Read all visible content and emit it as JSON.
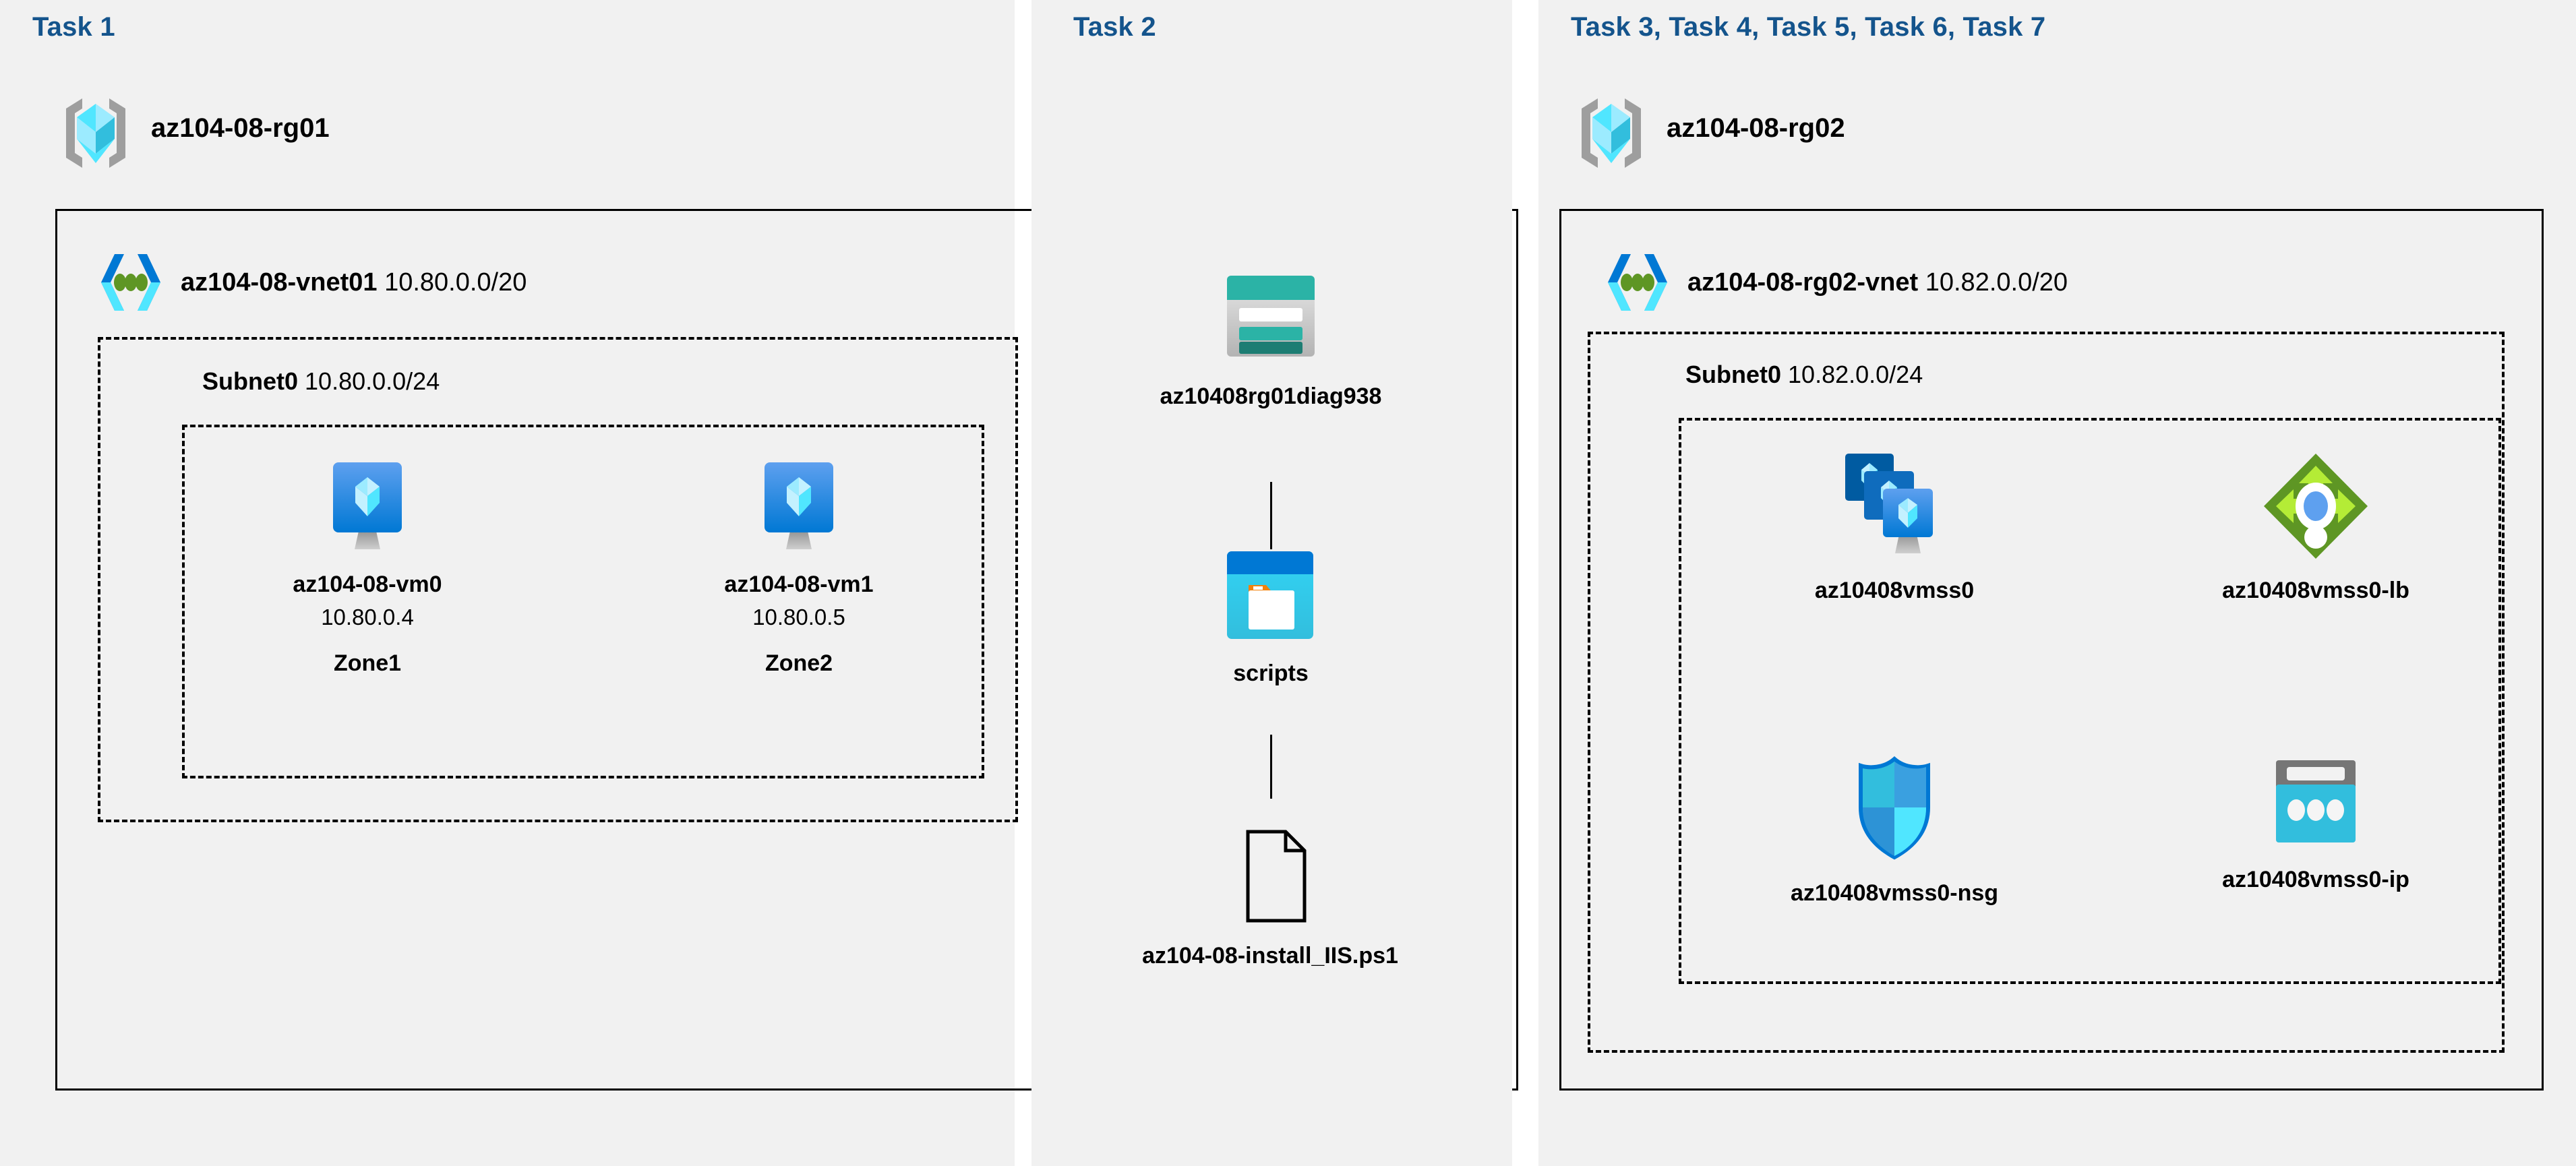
{
  "panels": [
    {
      "task_label": "Task 1"
    },
    {
      "task_label": "Task 2"
    },
    {
      "task_label": "Task 3, Task 4, Task 5, Task 6, Task 7"
    }
  ],
  "colors": {
    "task_label": "#14548c",
    "panel_bg": "#f1f1f1",
    "border": "#000000",
    "azure_cyan": "#50e6ff",
    "azure_blue": "#0078d4",
    "storage_teal": "#2bb3a6",
    "lb_green": "#6cb52d",
    "nsg_blue": "#32bedd"
  },
  "left": {
    "resource_group": {
      "name": "az104-08-rg01",
      "icon": "resource-group-icon"
    },
    "vnet": {
      "name": "az104-08-vnet01",
      "cidr": "10.80.0.0/20",
      "icon": "virtual-network-icon"
    },
    "subnet": {
      "name": "Subnet0",
      "cidr": "10.80.0.0/24"
    },
    "vms": [
      {
        "name": "az104-08-vm0",
        "ip": "10.80.0.4",
        "zone": "Zone1",
        "icon": "virtual-machine-icon"
      },
      {
        "name": "az104-08-vm1",
        "ip": "10.80.0.5",
        "zone": "Zone2",
        "icon": "virtual-machine-icon"
      }
    ]
  },
  "middle": {
    "storage_account": {
      "name": "az10408rg01diag938",
      "icon": "storage-account-icon"
    },
    "container": {
      "name": "scripts",
      "icon": "blob-container-icon"
    },
    "file": {
      "name": "az104-08-install_IIS.ps1",
      "icon": "file-icon"
    }
  },
  "right": {
    "resource_group": {
      "name": "az104-08-rg02",
      "icon": "resource-group-icon"
    },
    "vnet": {
      "name": "az104-08-rg02-vnet",
      "cidr": "10.82.0.0/20",
      "icon": "virtual-network-icon"
    },
    "subnet": {
      "name": "Subnet0",
      "cidr": "10.82.0.0/24"
    },
    "resources": [
      {
        "name": "az10408vmss0",
        "icon": "vm-scale-set-icon"
      },
      {
        "name": "az10408vmss0-lb",
        "icon": "load-balancer-icon"
      },
      {
        "name": "az10408vmss0-nsg",
        "icon": "network-security-group-icon"
      },
      {
        "name": "az10408vmss0-ip",
        "icon": "public-ip-address-icon"
      }
    ]
  }
}
